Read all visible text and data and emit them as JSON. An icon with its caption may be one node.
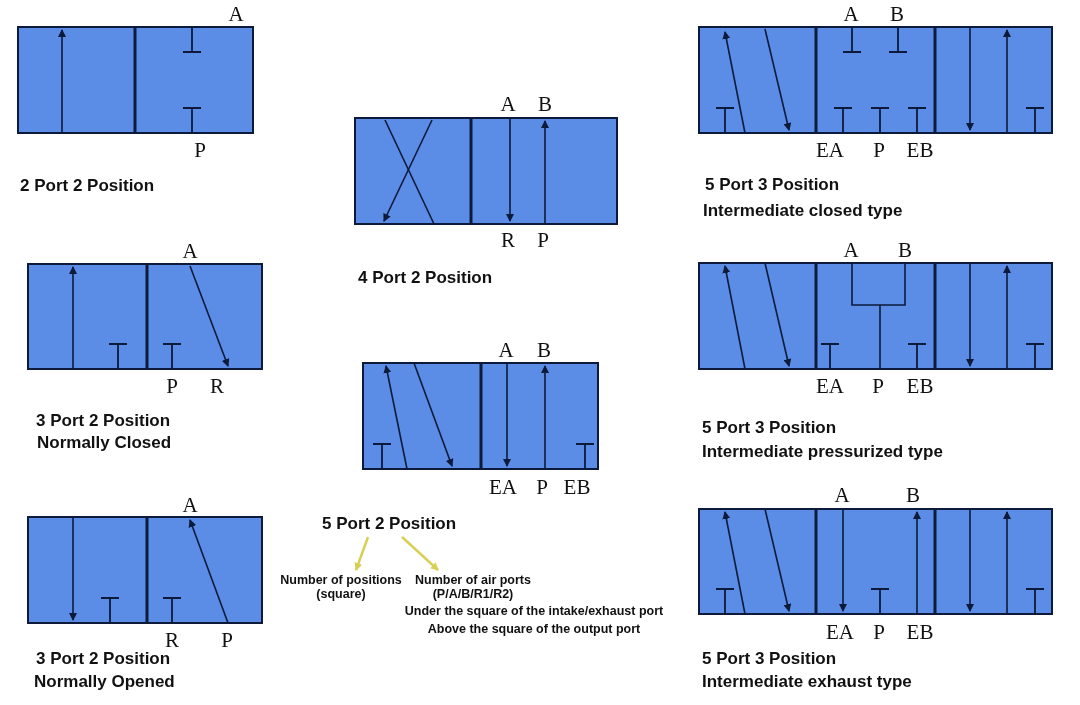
{
  "diagram": {
    "nodes": [
      {
        "text": [
          "5 Port 2 Position"
        ]
      },
      {
        "text": [
          "Number of positions (square)"
        ]
      },
      {
        "text": [
          "Number of air ports (P/A/B/R1/R2)"
        ]
      }
    ],
    "edges": [
      {
        "from": 0,
        "to": 1,
        "arrow": "to"
      },
      {
        "from": 0,
        "to": 2,
        "arrow": "to"
      }
    ],
    "labels": [
      "A",
      "P",
      "2 Port 2 Position",
      "A",
      "B",
      "R",
      "P",
      "4 Port 2 Position",
      "A",
      "B",
      "EA",
      "P",
      "EB",
      "5 Port 3 Position",
      "Intermediate closed type",
      "A",
      "P",
      "R",
      "3 Port 2 Position",
      "Normally Closed",
      "A",
      "B",
      "EA",
      "P",
      "EB",
      "A",
      "B",
      "EA",
      "P",
      "EB",
      "5 Port 3 Position",
      "Intermediate pressurized type",
      "A",
      "R",
      "P",
      "3 Port 2 Position",
      "Normally Opened",
      "Under the square of the intake/exhaust port",
      "Above the square of the output port",
      "A",
      "B",
      "EA",
      "P",
      "EB",
      "5 Port 3 Position",
      "Intermediate exhaust type"
    ]
  }
}
